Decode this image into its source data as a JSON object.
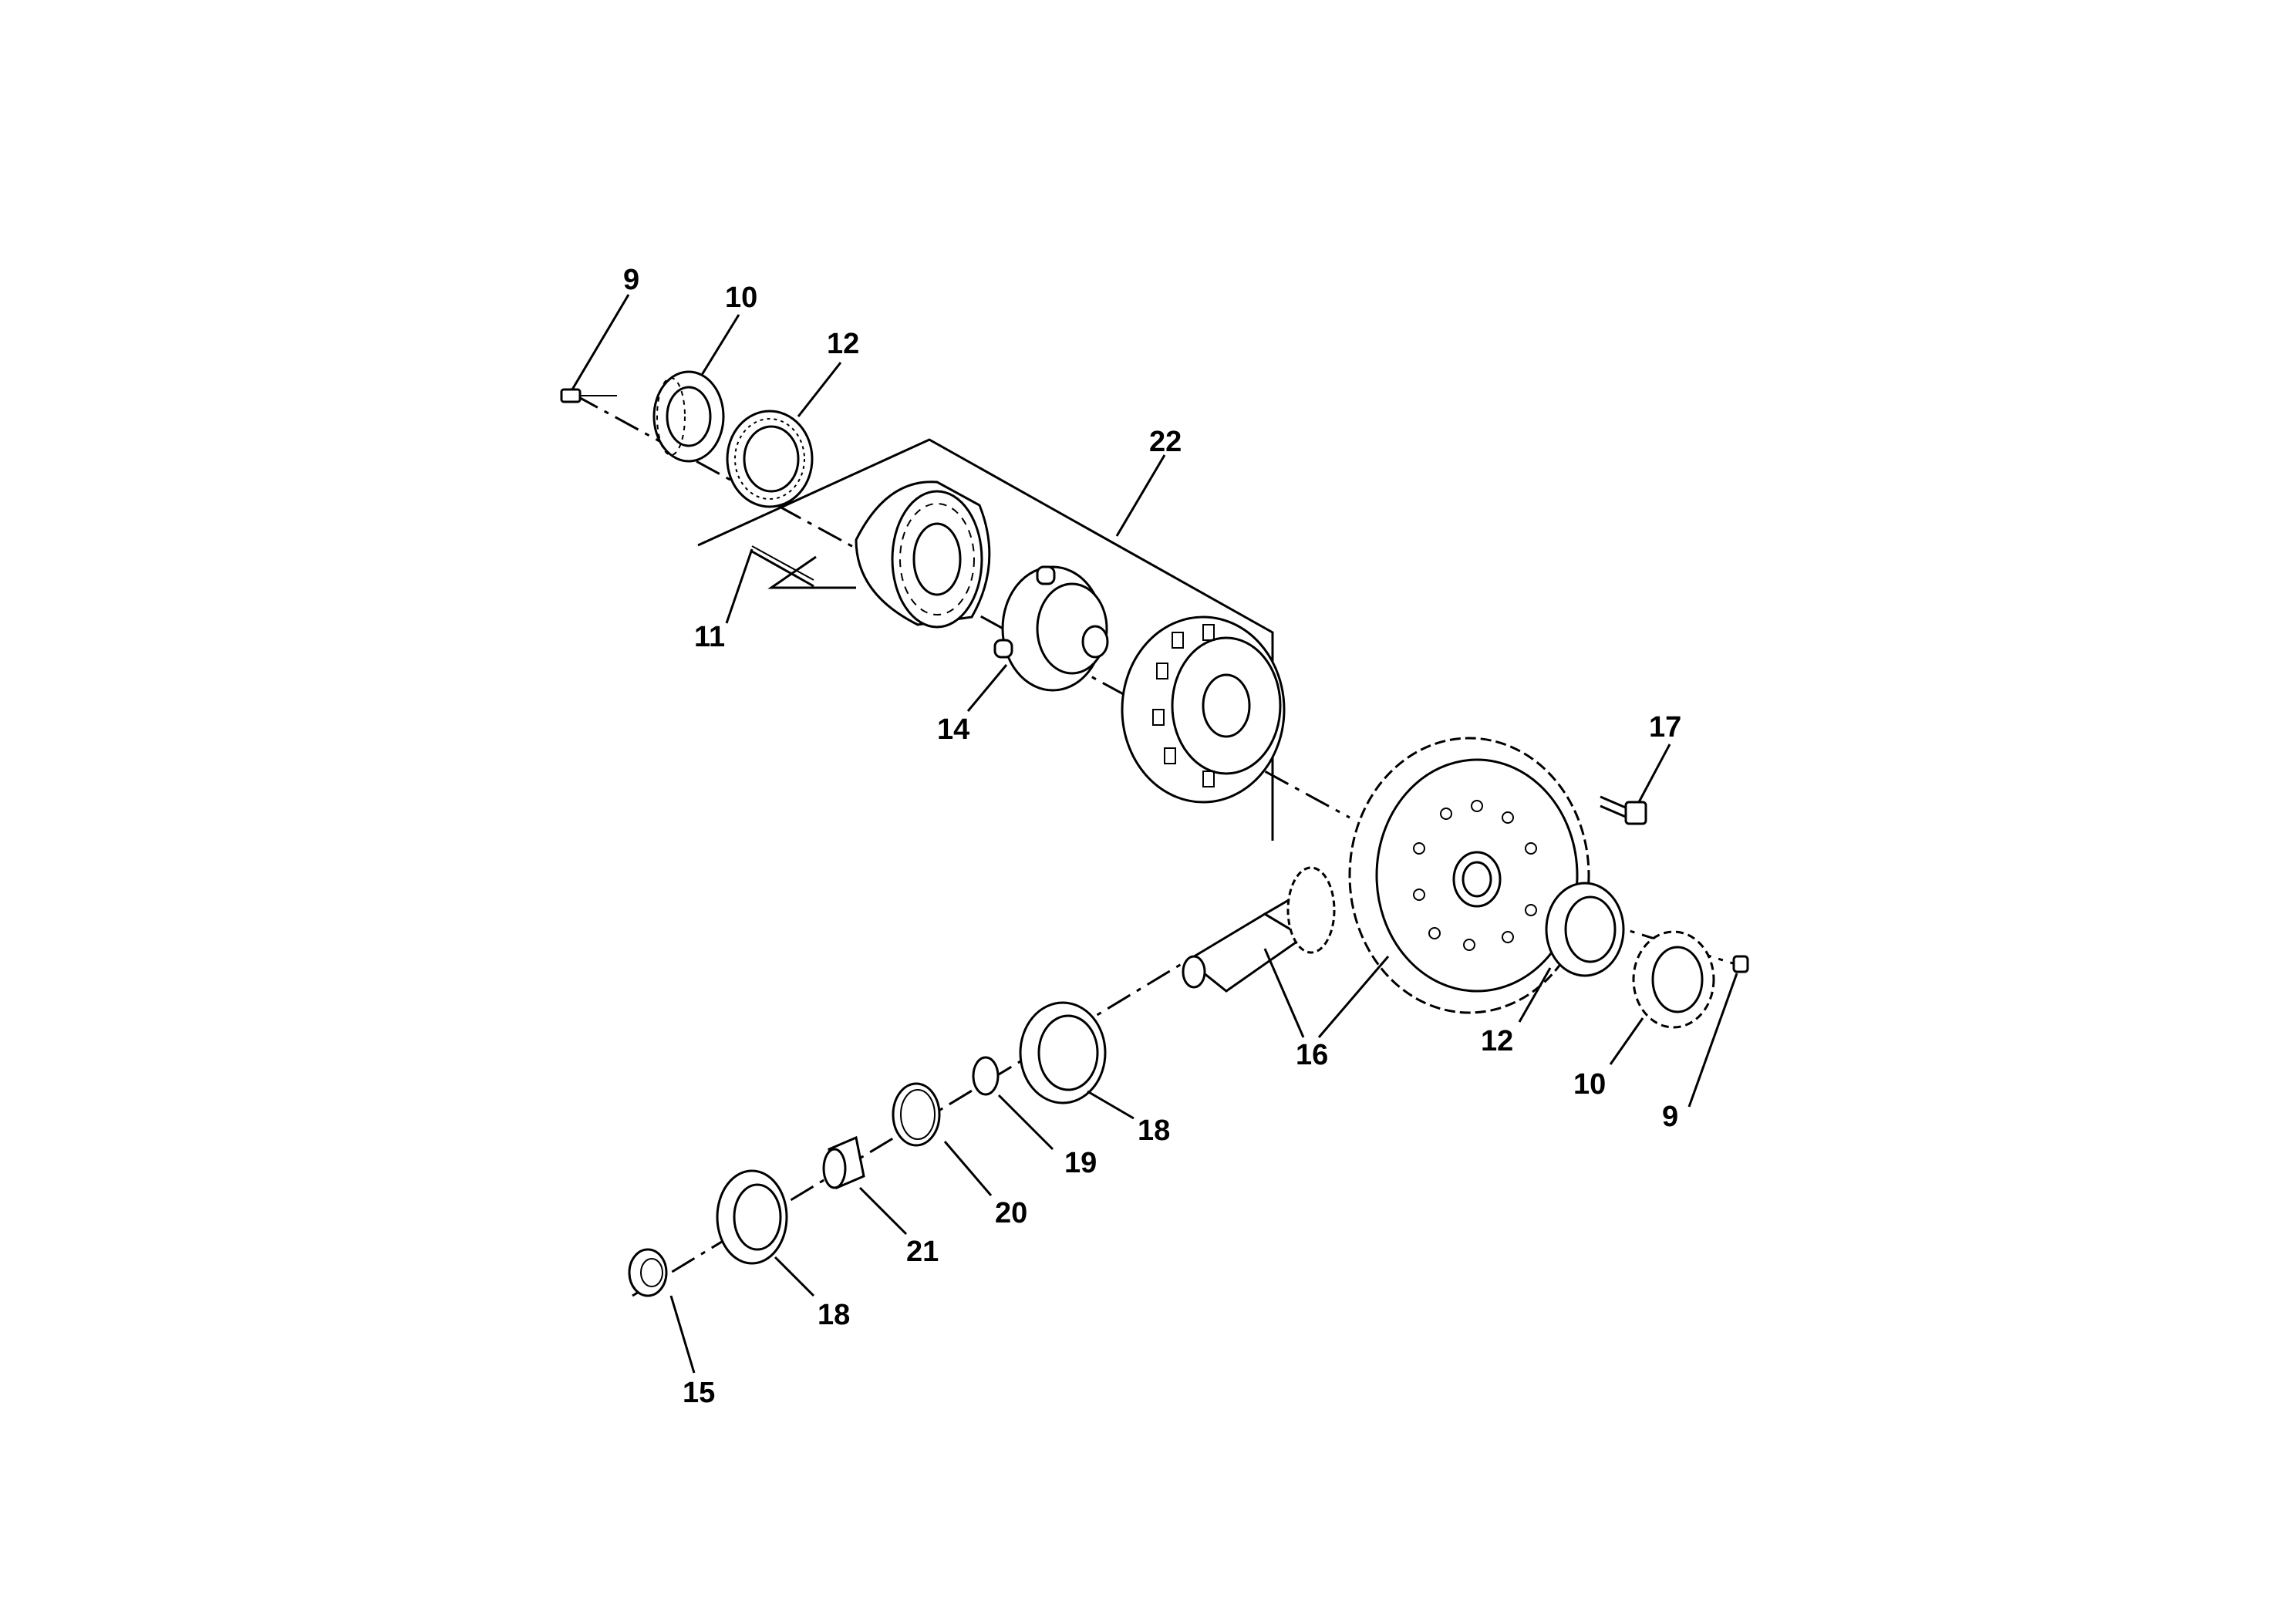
{
  "diagram": {
    "callouts": [
      {
        "id": "c9a",
        "text": "9"
      },
      {
        "id": "c10a",
        "text": "10"
      },
      {
        "id": "c12a",
        "text": "12"
      },
      {
        "id": "c22",
        "text": "22"
      },
      {
        "id": "c11",
        "text": "11"
      },
      {
        "id": "c14",
        "text": "14"
      },
      {
        "id": "c17",
        "text": "17"
      },
      {
        "id": "c16",
        "text": "16"
      },
      {
        "id": "c12b",
        "text": "12"
      },
      {
        "id": "c10b",
        "text": "10"
      },
      {
        "id": "c9b",
        "text": "9"
      },
      {
        "id": "c18a",
        "text": "18"
      },
      {
        "id": "c19",
        "text": "19"
      },
      {
        "id": "c20",
        "text": "20"
      },
      {
        "id": "c21",
        "text": "21"
      },
      {
        "id": "c18b",
        "text": "18"
      },
      {
        "id": "c15",
        "text": "15"
      }
    ]
  }
}
